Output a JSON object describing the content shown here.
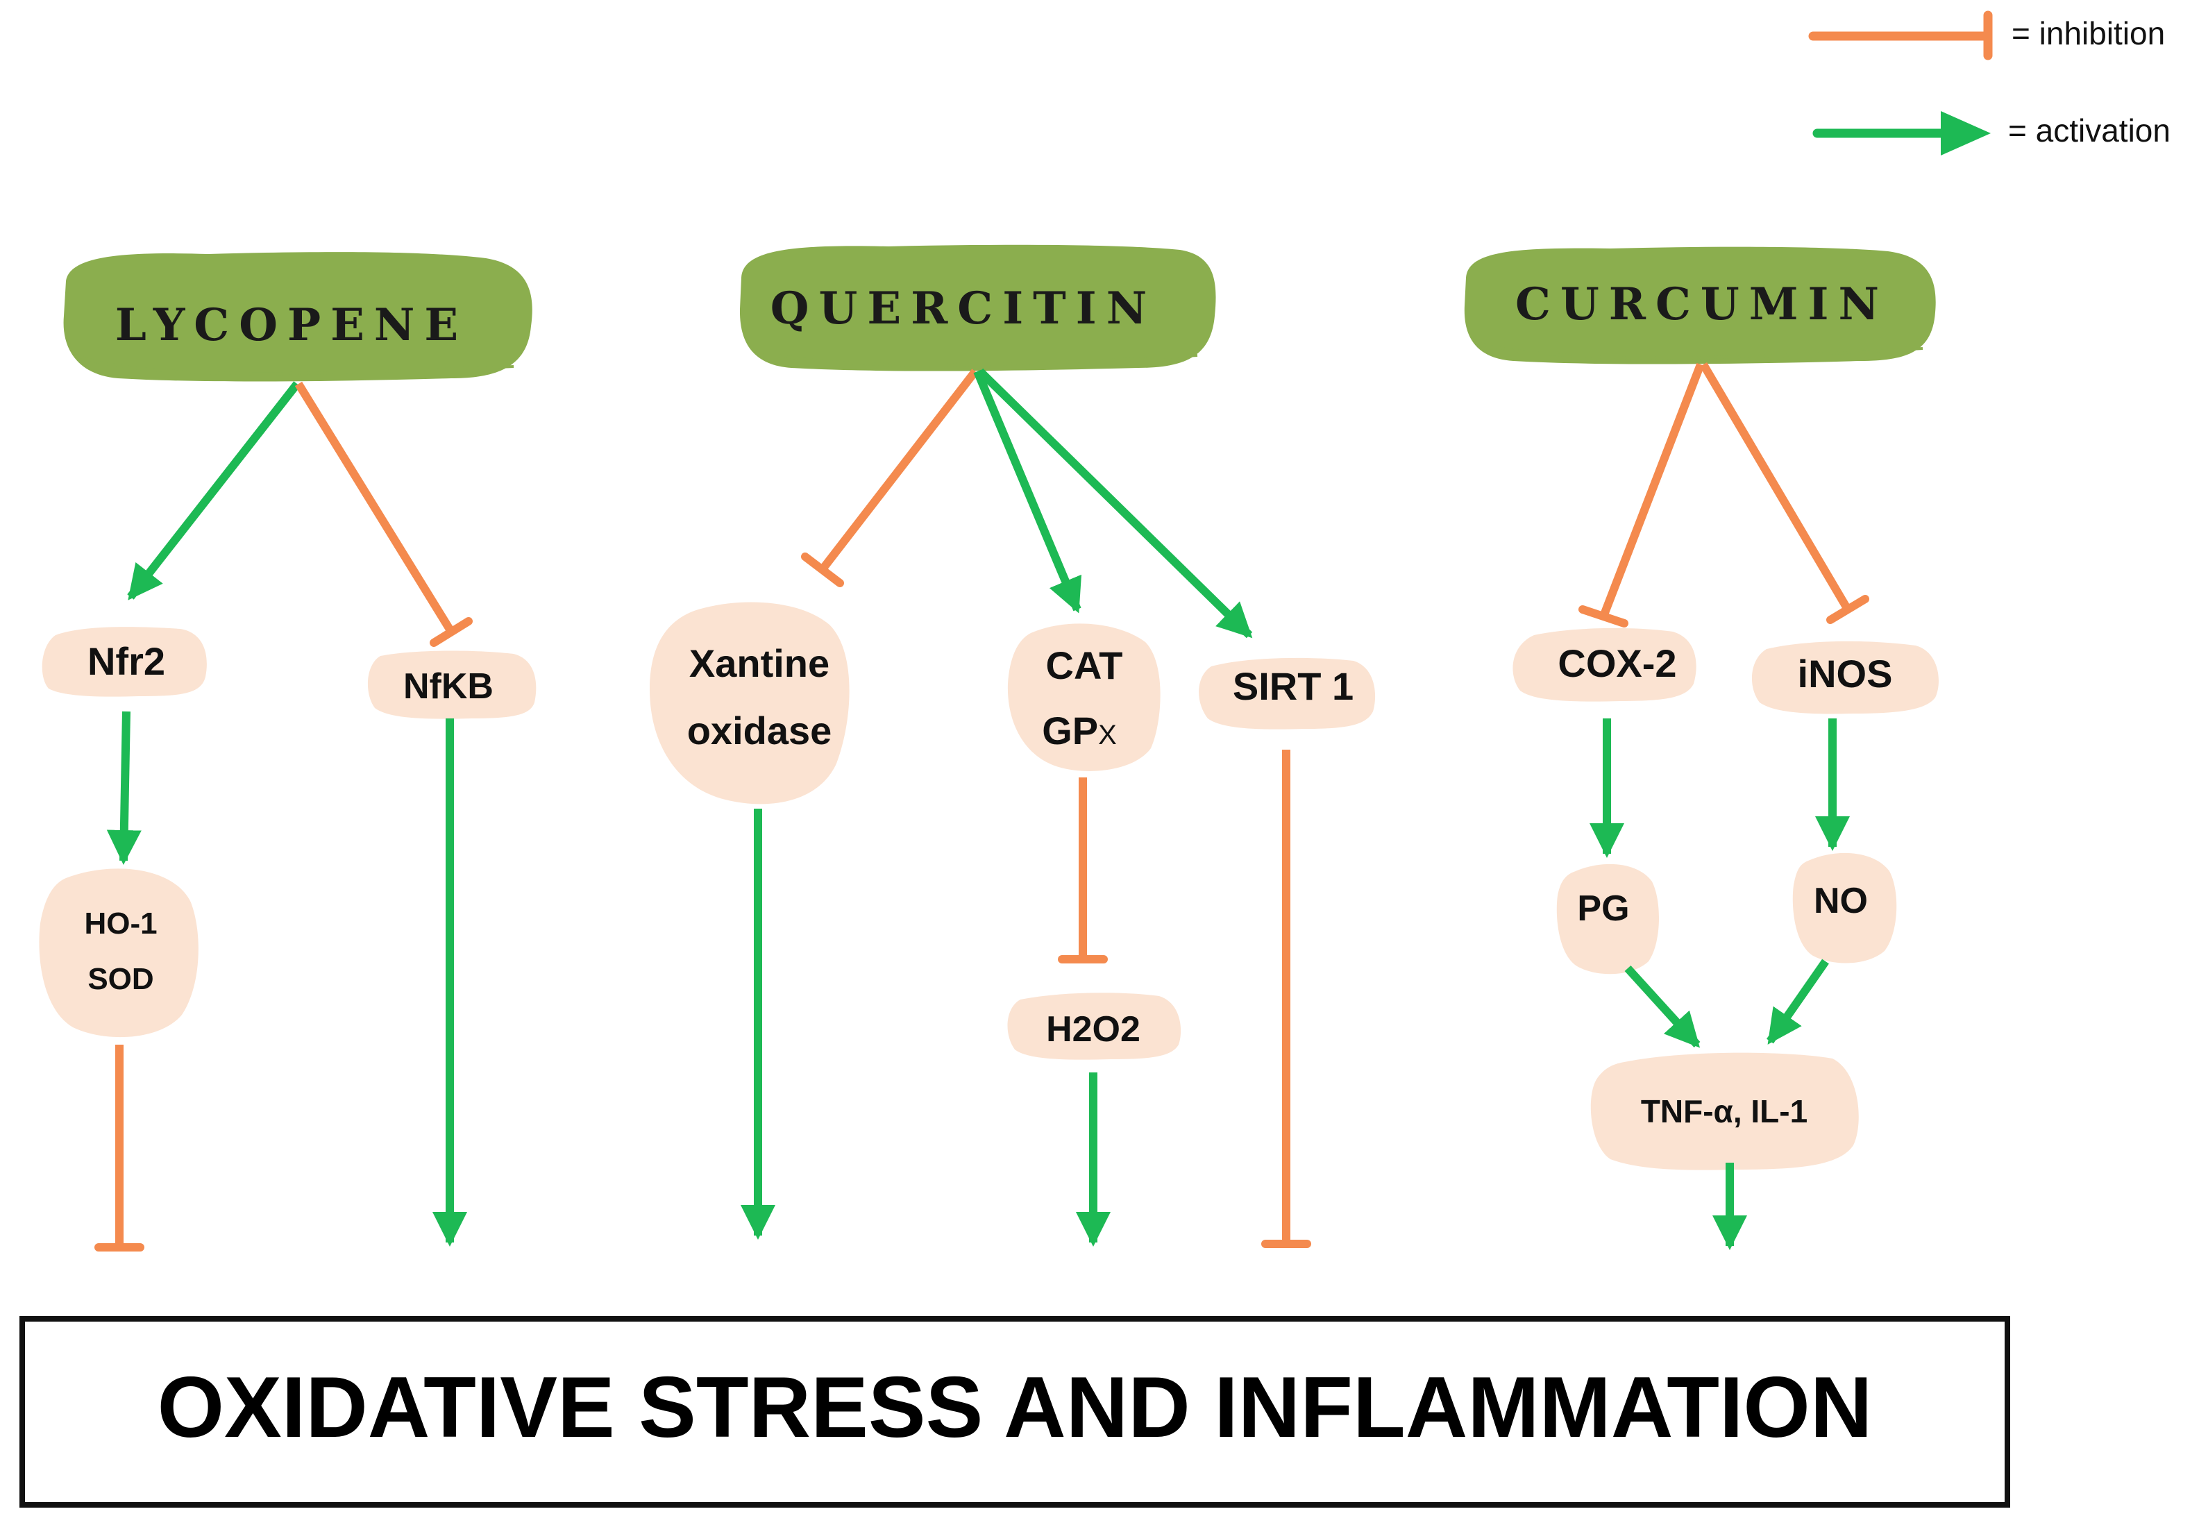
{
  "legend": {
    "inhibition_label": "= inhibition",
    "activation_label": "= activation"
  },
  "compounds": {
    "lycopene": "LYCOPENE",
    "quercitin": "QUERCITIN",
    "curcumin": "CURCUMIN"
  },
  "nodes": {
    "nfr2": "Nfr2",
    "nfkb": "NfKB",
    "ho1": "HO-1",
    "sod": "SOD",
    "xantine": "Xantine",
    "oxidase": "oxidase",
    "cat": "CAT",
    "gpx_main": "GP",
    "gpx_sub": "X",
    "h2o2": "H2O2",
    "sirt1": "SIRT 1",
    "cox2": "COX-2",
    "inos": "iNOS",
    "pg": "PG",
    "no": "NO",
    "tnf": "TNF-α, IL-1"
  },
  "banner": "OXIDATIVE STRESS AND INFLAMMATION",
  "colors": {
    "activation": "#1DB954",
    "inhibition": "#F48A4E",
    "compound_fill": "#8BAE4E",
    "node_fill": "#FBE3D2",
    "banner_border": "#111111"
  },
  "edges": [
    {
      "from": "LYCOPENE",
      "to": "Nfr2",
      "type": "activation"
    },
    {
      "from": "LYCOPENE",
      "to": "NfKB",
      "type": "inhibition"
    },
    {
      "from": "Nfr2",
      "to": "HO-1 SOD",
      "type": "activation"
    },
    {
      "from": "HO-1 SOD",
      "to": "OXIDATIVE STRESS AND INFLAMMATION",
      "type": "inhibition"
    },
    {
      "from": "NfKB",
      "to": "OXIDATIVE STRESS AND INFLAMMATION",
      "type": "activation"
    },
    {
      "from": "QUERCITIN",
      "to": "Xantine oxidase",
      "type": "inhibition"
    },
    {
      "from": "QUERCITIN",
      "to": "CAT GPx",
      "type": "activation"
    },
    {
      "from": "QUERCITIN",
      "to": "SIRT 1",
      "type": "activation"
    },
    {
      "from": "Xantine oxidase",
      "to": "OXIDATIVE STRESS AND INFLAMMATION",
      "type": "activation"
    },
    {
      "from": "CAT GPx",
      "to": "H2O2",
      "type": "inhibition"
    },
    {
      "from": "H2O2",
      "to": "OXIDATIVE STRESS AND INFLAMMATION",
      "type": "activation"
    },
    {
      "from": "SIRT 1",
      "to": "OXIDATIVE STRESS AND INFLAMMATION",
      "type": "inhibition"
    },
    {
      "from": "CURCUMIN",
      "to": "COX-2",
      "type": "inhibition"
    },
    {
      "from": "CURCUMIN",
      "to": "iNOS",
      "type": "inhibition"
    },
    {
      "from": "COX-2",
      "to": "PG",
      "type": "activation"
    },
    {
      "from": "iNOS",
      "to": "NO",
      "type": "activation"
    },
    {
      "from": "PG",
      "to": "TNF-α, IL-1",
      "type": "activation"
    },
    {
      "from": "NO",
      "to": "TNF-α, IL-1",
      "type": "activation"
    },
    {
      "from": "TNF-α, IL-1",
      "to": "OXIDATIVE STRESS AND INFLAMMATION",
      "type": "activation"
    }
  ]
}
